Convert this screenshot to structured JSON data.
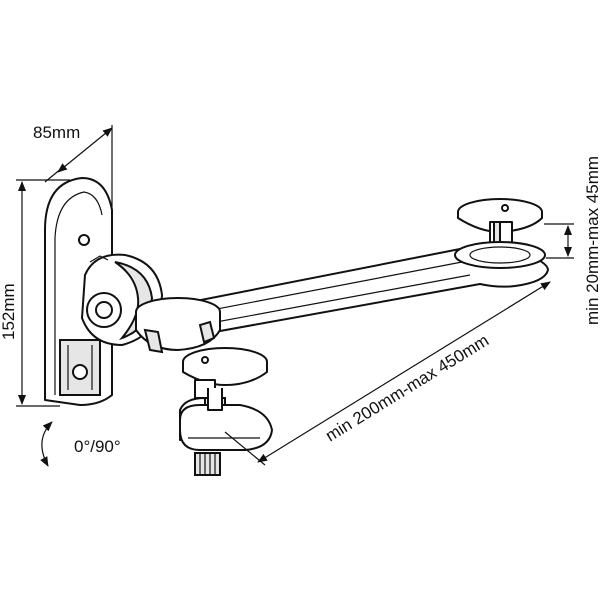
{
  "dimensions": {
    "width": "85mm",
    "height": "152mm",
    "rotation": "0°/90°",
    "reach": "min 200mm-max 450mm",
    "lift": "min 20mm-max 45mm"
  },
  "colors": {
    "line": "#111111",
    "fill": "#ffffff",
    "shade": "#e6e6e6"
  }
}
